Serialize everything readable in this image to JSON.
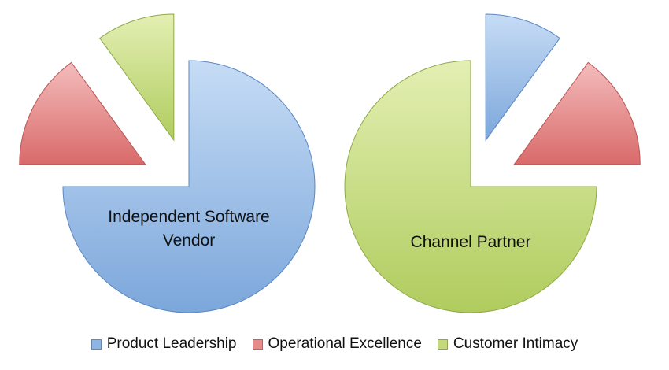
{
  "chart_data": [
    {
      "type": "pie",
      "title": "",
      "label_lines": [
        "Independent Software",
        "Vendor"
      ],
      "slices": [
        {
          "name": "Product Leadership",
          "value": 75,
          "exploded": false
        },
        {
          "name": "Operational Excellence",
          "value": 15,
          "exploded": true
        },
        {
          "name": "Customer Intimacy",
          "value": 10,
          "exploded": true
        }
      ]
    },
    {
      "type": "pie",
      "title": "",
      "label_lines": [
        "Channel Partner"
      ],
      "slices": [
        {
          "name": "Product Leadership",
          "value": 10,
          "exploded": true
        },
        {
          "name": "Operational Excellence",
          "value": 15,
          "exploded": true
        },
        {
          "name": "Customer Intimacy",
          "value": 75,
          "exploded": false
        }
      ]
    }
  ],
  "legend": {
    "items": [
      {
        "name": "Product Leadership",
        "color": "#8db4e3"
      },
      {
        "name": "Operational Excellence",
        "color": "#e78a8a"
      },
      {
        "name": "Customer Intimacy",
        "color": "#c3d97a"
      }
    ],
    "placement": "bottom"
  },
  "colors": {
    "Product Leadership": {
      "light": "#c6dcf5",
      "dark": "#7ca7db",
      "stroke": "#5b87c2"
    },
    "Operational Excellence": {
      "light": "#f4bcbc",
      "dark": "#d96a6a",
      "stroke": "#b85656"
    },
    "Customer Intimacy": {
      "light": "#e3efb3",
      "dark": "#b0cc5e",
      "stroke": "#8fa94a"
    }
  }
}
